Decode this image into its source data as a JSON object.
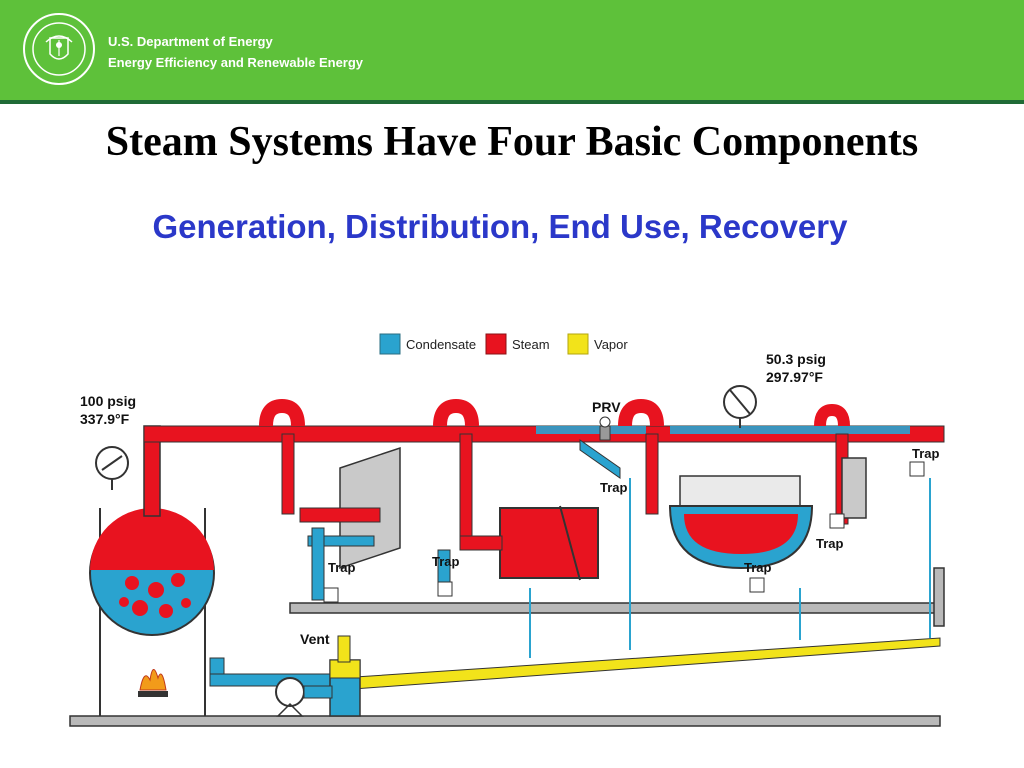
{
  "header": {
    "agency_line1": "U.S. Department of Energy",
    "agency_line2": "Energy Efficiency and Renewable Energy",
    "seal_icon": "doe-seal-icon",
    "background_color": "#5ec13a"
  },
  "slide": {
    "title": "Steam Systems Have Four Basic Components",
    "subtitle": "Generation, Distribution, End Use, Recovery",
    "subtitle_color": "#2b38c9"
  },
  "diagram": {
    "legend": [
      {
        "label": "Condensate",
        "color": "#2aa3cf"
      },
      {
        "label": "Steam",
        "color": "#e8131f"
      },
      {
        "label": "Vapor",
        "color": "#f2e31a"
      }
    ],
    "boiler_pressure": "100 psig",
    "boiler_temperature": "337.9°F",
    "end_use_pressure": "50.3 psig",
    "end_use_temperature": "297.97°F",
    "prv_label": "PRV",
    "vent_label": "Vent",
    "trap_label": "Trap"
  }
}
